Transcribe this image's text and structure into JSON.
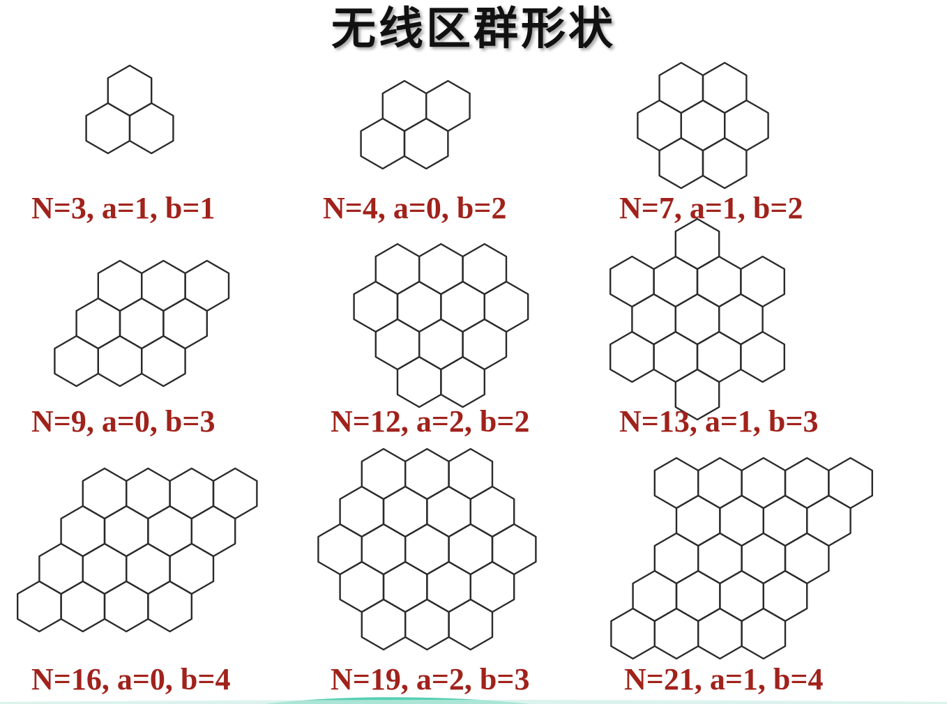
{
  "title": "无线区群形状",
  "accent_color": "#a0221b",
  "clusters": [
    {
      "label": "N=3, a=1, b=1",
      "N": 3,
      "a": 1,
      "b": 1
    },
    {
      "label": "N=4, a=0, b=2",
      "N": 4,
      "a": 0,
      "b": 2
    },
    {
      "label": "N=7, a=1, b=2",
      "N": 7,
      "a": 1,
      "b": 2
    },
    {
      "label": "N=9, a=0, b=3",
      "N": 9,
      "a": 0,
      "b": 3
    },
    {
      "label": "N=12, a=2, b=2",
      "N": 12,
      "a": 2,
      "b": 2
    },
    {
      "label": "N=13, a=1, b=3",
      "N": 13,
      "a": 1,
      "b": 3
    },
    {
      "label": "N=16, a=0, b=4",
      "N": 16,
      "a": 0,
      "b": 4
    },
    {
      "label": "N=19, a=2, b=3",
      "N": 19,
      "a": 2,
      "b": 3
    },
    {
      "label": "N=21, a=1, b=4",
      "N": 21,
      "a": 1,
      "b": 4
    }
  ]
}
